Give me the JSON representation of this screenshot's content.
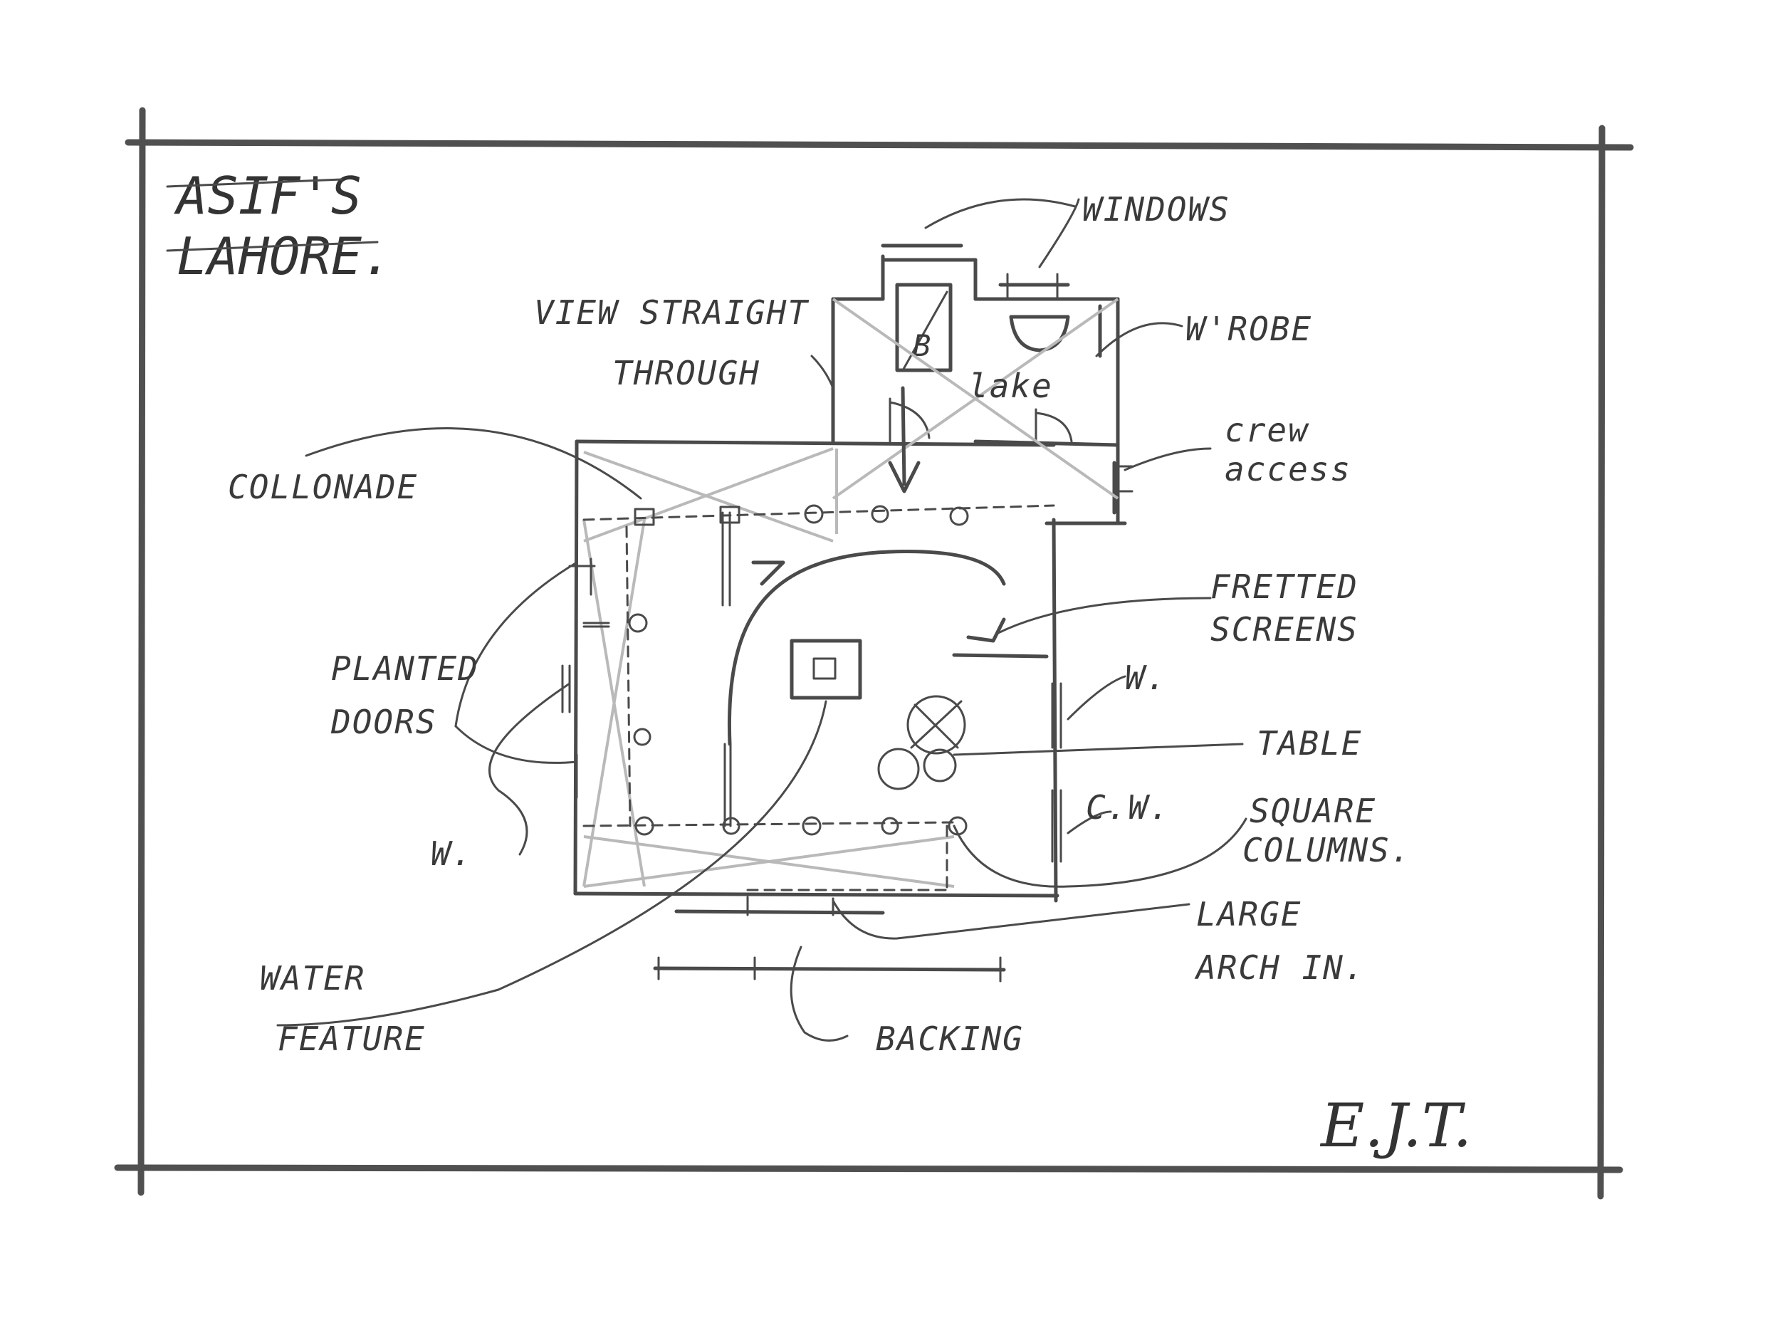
{
  "title": {
    "line1": "ASIF'S",
    "line2": "LAHORE."
  },
  "labels": {
    "windows": "WINDOWS",
    "wrobe": "W'ROBE",
    "view_line1": "VIEW STRAIGHT",
    "view_line2": "THROUGH",
    "lake": "lake",
    "bed": "B",
    "crew_line1": "crew",
    "crew_line2": "access",
    "collonade": "COLLONADE",
    "fretted_line1": "FRETTED",
    "fretted_line2": "SCREENS",
    "planted_line1": "PLANTED",
    "planted_line2": "DOORS",
    "w_right": "W.",
    "table": "TABLE",
    "cw": "C.W.",
    "square_line1": "SQUARE",
    "square_line2": "COLUMNS.",
    "w_left": "W.",
    "large_line1": "LARGE",
    "large_line2": "ARCH IN.",
    "water_line1": "WATER",
    "water_line2": "FEATURE",
    "backing": "BACKING"
  },
  "signature": "E.J.T."
}
